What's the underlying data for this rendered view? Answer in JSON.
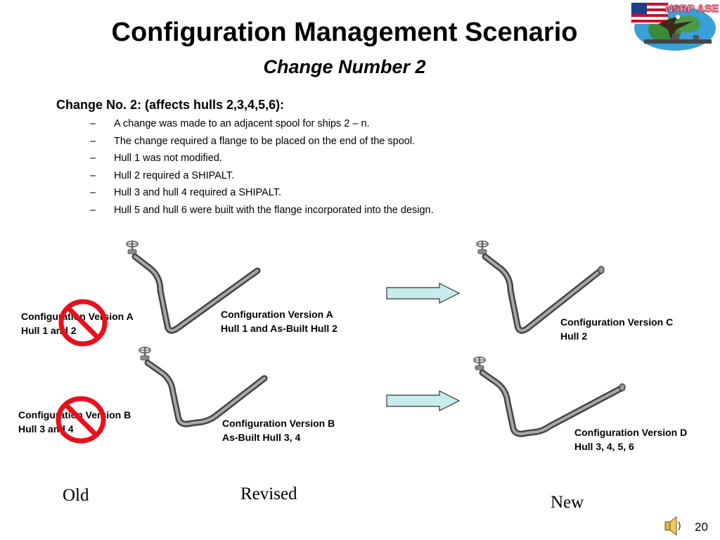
{
  "slide": {
    "title": "Configuration Management Scenario",
    "subtitle": "Change Number 2",
    "heading": "Change No. 2: (affects hulls 2,3,4,5,6):",
    "bullets": [
      "A change was made to an adjacent spool for ships 2 – n.",
      "The change required a flange to be placed on the end of the spool.",
      "Hull 1 was not modified.",
      "Hull 2 required a SHIPALT.",
      "Hull 3 and hull 4 required a SHIPALT.",
      "Hull 5 and hull 6 were built with the flange incorporated into the design."
    ],
    "bullet_marker": "–",
    "page_number": "20"
  },
  "logo": {
    "text": "NSRP ASE",
    "icon": "nsrp-ase-logo"
  },
  "configs": {
    "old_a": {
      "line1": "Configuration Version A",
      "line2": "Hull 1 and 2"
    },
    "revised_a": {
      "line1": "Configuration Version A",
      "line2": "Hull 1 and As-Built Hull 2"
    },
    "new_c": {
      "line1": "Configuration Version C",
      "line2": "Hull 2"
    },
    "old_b": {
      "line1": "Configuration Version B",
      "line2": "Hull 3 and 4"
    },
    "revised_b": {
      "line1": "Configuration Version B",
      "line2": "As-Built Hull 3, 4"
    },
    "new_d": {
      "line1": "Configuration Version D",
      "line2": "Hull 3, 4, 5, 6"
    }
  },
  "column_labels": {
    "old": "Old",
    "revised": "Revised",
    "new": "New"
  },
  "colors": {
    "no_symbol": "#e8101c",
    "arrow_fill": "#c6ecec",
    "pipe": "#6e6e6e"
  }
}
